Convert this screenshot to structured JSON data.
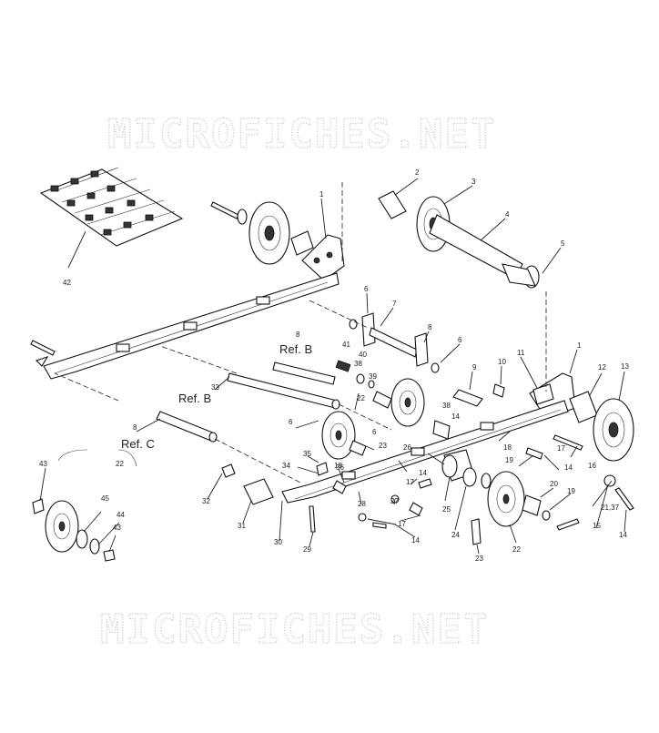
{
  "watermark": {
    "top": "MICROFICHES.NET",
    "bottom": "MICROFICHES.NET"
  },
  "references": {
    "ref_b_upper": "Ref. B",
    "ref_b_lower": "Ref. B",
    "ref_c": "Ref. C"
  },
  "callouts": {
    "c1a": "1",
    "c1b": "1",
    "c2": "2",
    "c3": "3",
    "c4": "4",
    "c5": "5",
    "c6a": "6",
    "c6b": "6",
    "c6c": "6",
    "c6d": "6",
    "c7": "7",
    "c8a": "8",
    "c8b": "8",
    "c8c": "8",
    "c9": "9",
    "c10": "10",
    "c11": "11",
    "c12": "12",
    "c13": "13",
    "c14a": "14",
    "c14b": "14",
    "c14c": "14",
    "c14d": "14",
    "c14e": "14",
    "c15": "15",
    "c16": "16",
    "c17a": "17",
    "c17b": "17",
    "c17c": "17",
    "c18a": "18",
    "c18b": "18",
    "c19a": "19",
    "c19b": "19",
    "c20": "20",
    "c2137": "21,37",
    "c22a": "22",
    "c22b": "22",
    "c22c": "22",
    "c23a": "23",
    "c23b": "23",
    "c24": "24",
    "c25": "25",
    "c26": "26",
    "c27": "27",
    "c28": "28",
    "c29": "29",
    "c30": "30",
    "c31": "31",
    "c32": "32",
    "c33": "33",
    "c34": "34",
    "c35": "35",
    "c36": "36",
    "c38a": "38",
    "c38b": "38",
    "c39": "39",
    "c40": "40",
    "c41": "41",
    "c42": "42",
    "c43a": "43",
    "c43b": "43",
    "c44": "44",
    "c45": "45"
  }
}
